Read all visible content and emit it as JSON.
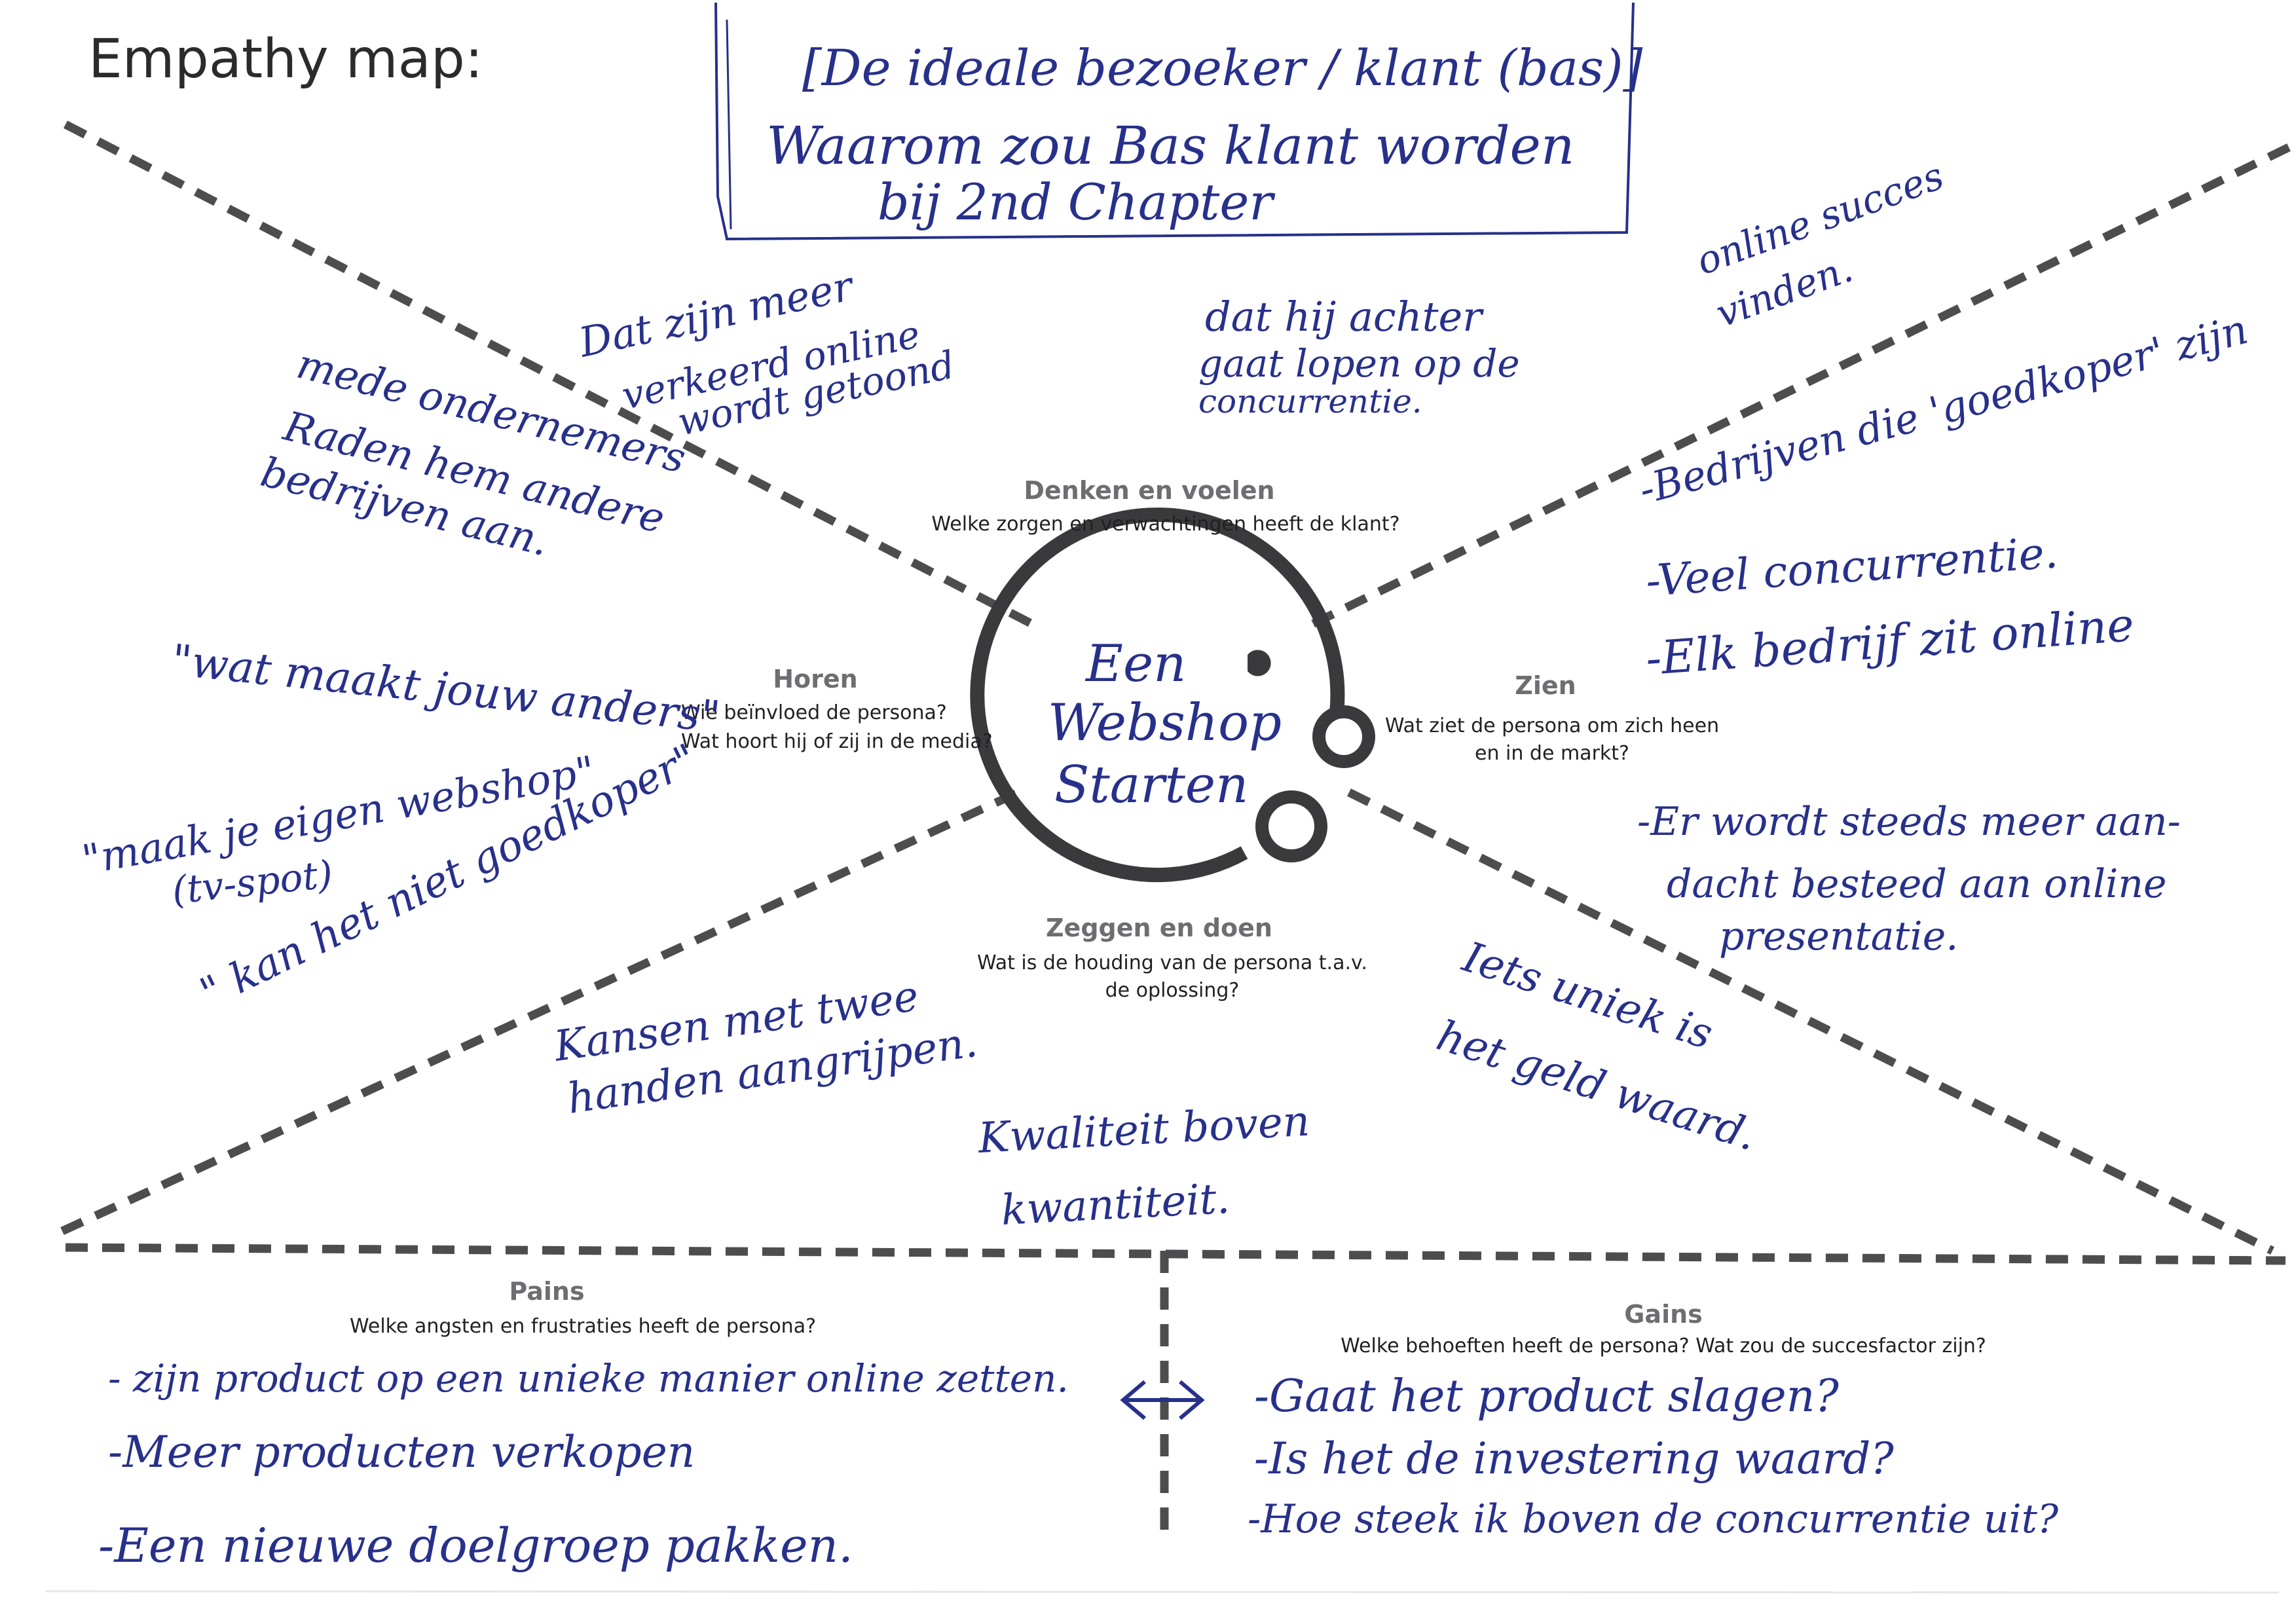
{
  "header": {
    "title": "Empathy map:",
    "box_line1": "[De ideale bezoeker / klant (bas)]",
    "box_line2": "Waarom zou Bas klant worden",
    "box_line3": "bij 2nd Chapter"
  },
  "center": {
    "line1": "Een",
    "line2": "Webshop",
    "line3": "Starten"
  },
  "quadrants": {
    "denken": {
      "heading": "Denken en voelen",
      "question": "Welke zorgen en verwachtingen heeft de klant?",
      "notes": [
        "Dat zijn meer",
        "verkeerd online",
        "wordt getoond",
        "mede ondernemers",
        "Raden hem andere",
        "bedrijven aan.",
        "dat hij achter",
        "gaat lopen op de",
        "concurrentie."
      ]
    },
    "horen": {
      "heading": "Horen",
      "question_line1": "Wie beïnvloed de persona?",
      "question_line2": "Wat hoort hij of zij in de media?",
      "notes": [
        "\"wat maakt jouw anders\"",
        "\"maak je eigen webshop\"",
        "(tv-spot)",
        "\" kan het niet goedkoper\""
      ]
    },
    "zien": {
      "heading": "Zien",
      "question_line1": "Wat ziet de persona om zich heen",
      "question_line2": "en in de markt?",
      "notes": [
        "online succes",
        "vinden.",
        "-Bedrijven die 'goedkoper' zijn",
        "-Veel concurrentie.",
        "-Elk bedrijf zit online",
        "-Er wordt steeds meer aan-",
        "dacht besteed aan online",
        "presentatie."
      ]
    },
    "zeggen": {
      "heading": "Zeggen en doen",
      "question_line1": "Wat is de houding van de persona t.a.v.",
      "question_line2": "de oplossing?",
      "notes": [
        "Kansen met twee",
        "handen aangrijpen.",
        "Kwaliteit boven",
        "kwantiteit.",
        "Iets uniek is",
        "het geld waard."
      ]
    }
  },
  "pains": {
    "heading": "Pains",
    "question": "Welke angsten en frustraties heeft de persona?",
    "notes": [
      "- zijn product op een unieke manier online zetten.",
      "-Meer producten verkopen",
      "-Een nieuwe doelgroep pakken."
    ]
  },
  "gains": {
    "heading": "Gains",
    "question": "Welke behoeften heeft de persona? Wat zou de succesfactor zijn?",
    "notes": [
      "-Gaat het product slagen?",
      "-Is het de investering waard?",
      "-Hoe steek ik boven de concurrentie uit?"
    ]
  },
  "colors": {
    "ink": "#27308a",
    "dashes": "#4d4d4f",
    "heading_gray": "#6d6e71"
  },
  "icons": [
    "double-arrow-icon",
    "face-head-icon"
  ]
}
